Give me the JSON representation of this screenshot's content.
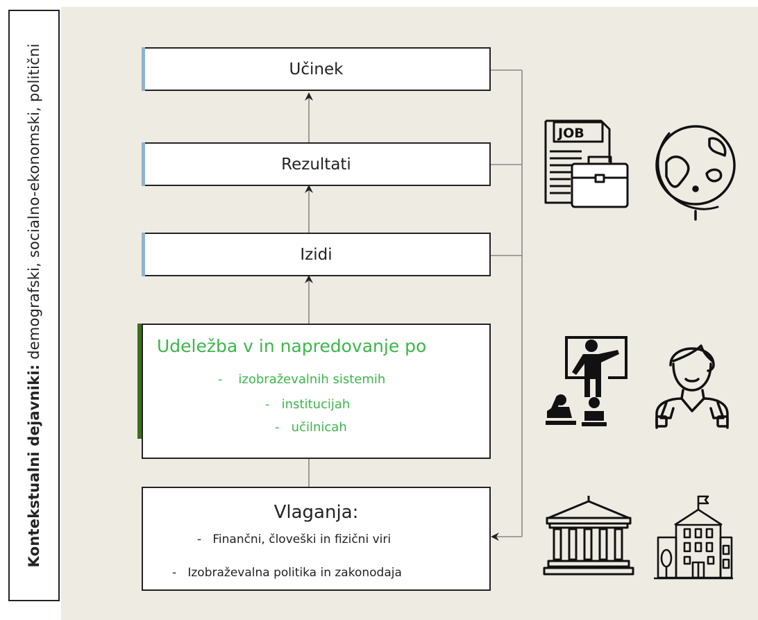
{
  "sidebar": {
    "bold": "Kontekstualni dejavniki:",
    "rest": " demografski, socialno-ekonomski, politični"
  },
  "boxes": {
    "ucinek": "Učinek",
    "rezultati": "Rezultati",
    "izidi": "Izidi"
  },
  "udelezba": {
    "title": "Udeležba v in napredovanje po",
    "items": [
      "izobraževalnih sistemih",
      "institucijah",
      "učilnicah"
    ],
    "dash": "-"
  },
  "vlaganja": {
    "title": "Vlaganja:",
    "items": [
      "Finančni, človeški in fizični viri",
      "Izobraževalna politika in zakonodaja"
    ],
    "dash": "-"
  },
  "icons": {
    "job": "JOB",
    "names": [
      "job-briefcase-icon",
      "globe-icon",
      "teacher-classroom-icon",
      "student-icon",
      "government-building-icon",
      "school-building-icon"
    ]
  },
  "colors": {
    "background": "#eeebe3",
    "green_text": "#3cb64a",
    "green_bar": "#3c6e1e",
    "line": "#888888",
    "border": "#222222"
  }
}
